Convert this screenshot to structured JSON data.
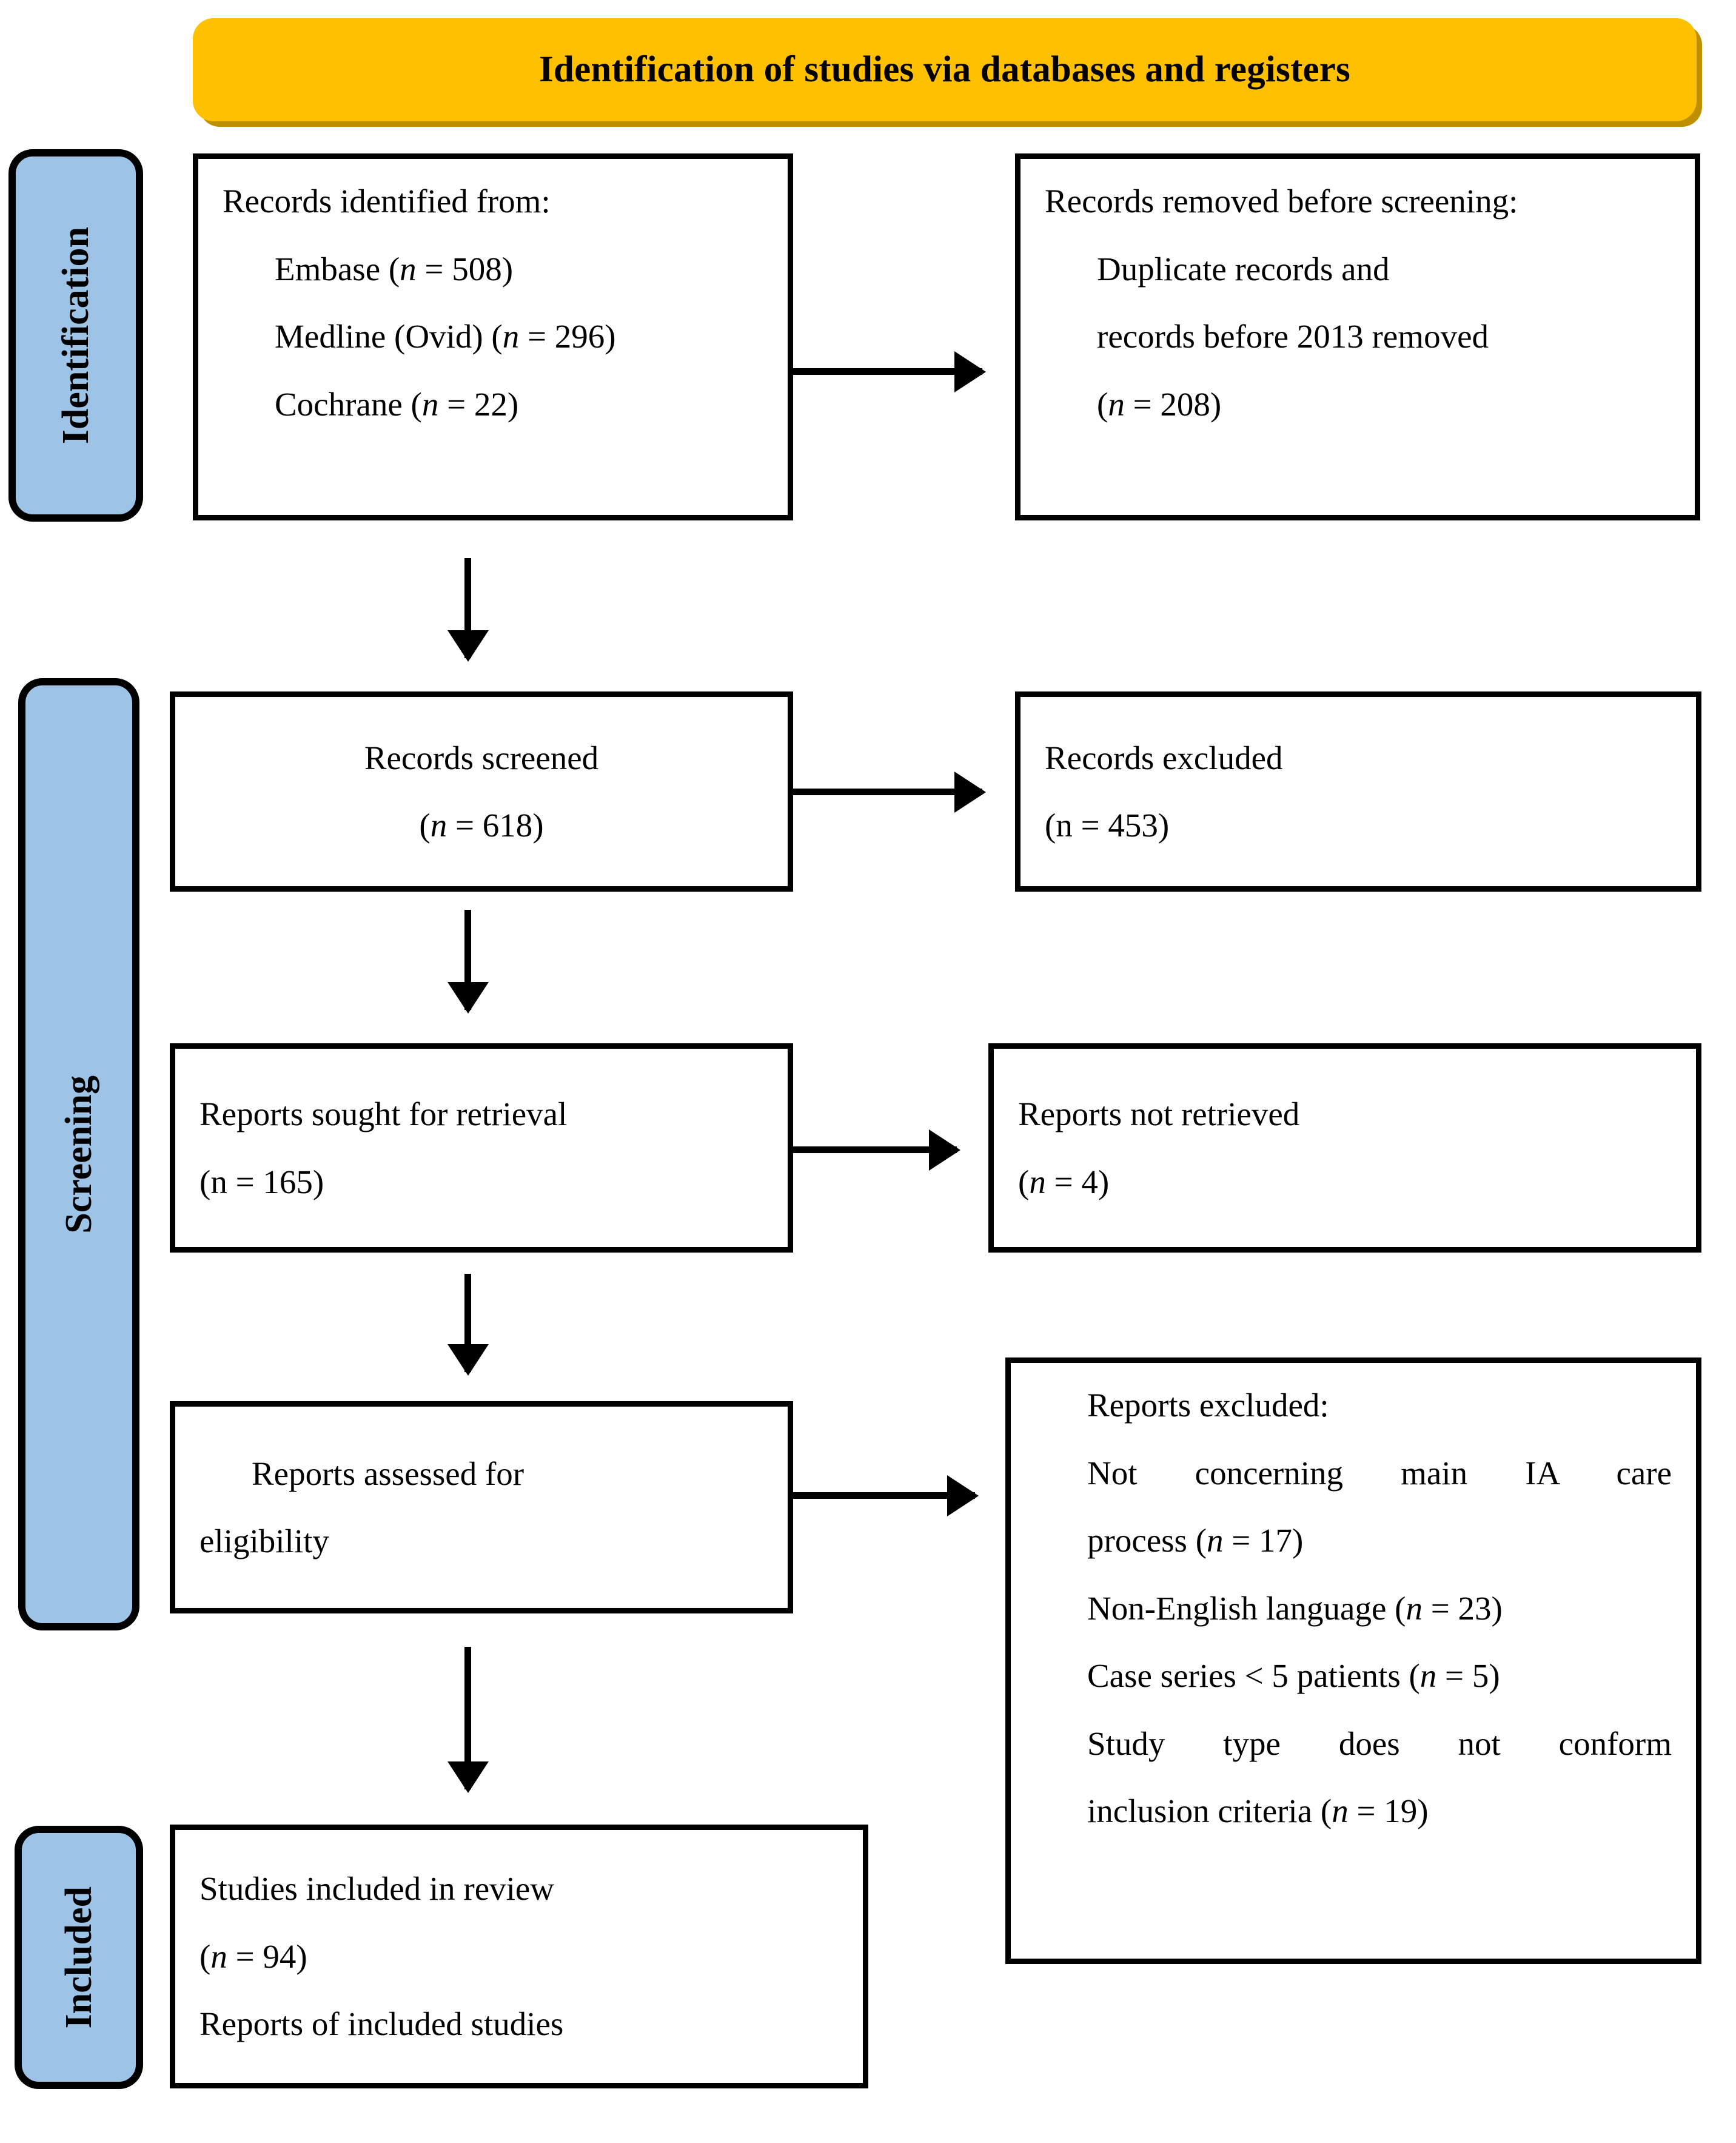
{
  "banner": {
    "title": "Identification of studies via databases and registers"
  },
  "phases": [
    {
      "id": "identification",
      "label": "Identification"
    },
    {
      "id": "screening",
      "label": "Screening"
    },
    {
      "id": "included",
      "label": "Included"
    }
  ],
  "boxes": {
    "identified": {
      "heading": "Records identified from:",
      "sources": [
        {
          "name": "Embase",
          "n": "(n = 508)",
          "n_prefix": "(",
          "n_italic": "n",
          "n_rest": " = 508)"
        },
        {
          "name": "Medline (Ovid)",
          "n": "(n = 296)",
          "n_prefix": "(",
          "n_italic": "n",
          "n_rest": " = 296)"
        },
        {
          "name": "Cochrane",
          "n": "(n = 22)",
          "n_prefix": "(",
          "n_italic": "n",
          "n_rest": " = 22)"
        }
      ],
      "line1": "Records identified from:",
      "line2_text": "Embase (",
      "line2_n": "n",
      "line2_tail": " = 508)",
      "line3_text": "Medline (Ovid) (",
      "line3_n": "n",
      "line3_tail": " = 296)",
      "line4_text": "Cochrane (",
      "line4_n": "n",
      "line4_tail": " = 22)"
    },
    "removed": {
      "line1": "Records removed before screening:",
      "line2": "Duplicate records and",
      "line3": "records before 2013 removed",
      "line4_prefix": "(",
      "line4_n": "n",
      "line4_tail": " = 208)"
    },
    "screened": {
      "line1": "Records screened",
      "line2_prefix": "(",
      "line2_n": "n",
      "line2_tail": " = 618)"
    },
    "excluded": {
      "line1": "Records excluded",
      "line2": "(n = 453)"
    },
    "sought": {
      "line1": "Reports sought for retrieval",
      "line2": "(n = 165)"
    },
    "not_retrieved": {
      "line1": "Reports not retrieved",
      "line2_prefix": "(",
      "line2_n": "n",
      "line2_tail": " = 4)"
    },
    "assessed": {
      "line1": "Reports assessed for",
      "line2": "eligibility"
    },
    "reports_excluded": {
      "heading": "Reports excluded:",
      "reasons": [
        {
          "text": "Not concerning main IA care process (",
          "n": "n",
          "tail": " = 17)"
        },
        {
          "text": "Non-English language (",
          "n": "n",
          "tail": " = 23)"
        },
        {
          "text": "Case series < 5 patients (",
          "n": "n",
          "tail": " = 5)"
        },
        {
          "text": "Study type does not conform inclusion criteria (",
          "n": "n",
          "tail": " = 19)"
        }
      ],
      "r1_a": "Not  concerning  main  IA  care",
      "r1_b_prefix": "process (",
      "r1_b_n": "n",
      "r1_b_tail": " = 17)",
      "r2_prefix": "Non-English language (",
      "r2_n": "n",
      "r2_tail": " = 23)",
      "r3_prefix": "Case series < 5 patients (",
      "r3_n": "n",
      "r3_tail": " = 5)",
      "r4_a": "Study  type  does  not  conform",
      "r4_b_prefix": "inclusion criteria (",
      "r4_b_n": "n",
      "r4_b_tail": " = 19)"
    },
    "included": {
      "line1": "Studies included in review",
      "line2_prefix": "(",
      "line2_n": "n",
      "line2_tail": " = 94)",
      "line3": "Reports of included studies"
    }
  },
  "colors": {
    "banner_fill": "#FFC000",
    "banner_shadow": "#BE9000",
    "phase_fill": "#9DC3E6",
    "border": "#000000",
    "box_fill": "#FFFFFF"
  }
}
